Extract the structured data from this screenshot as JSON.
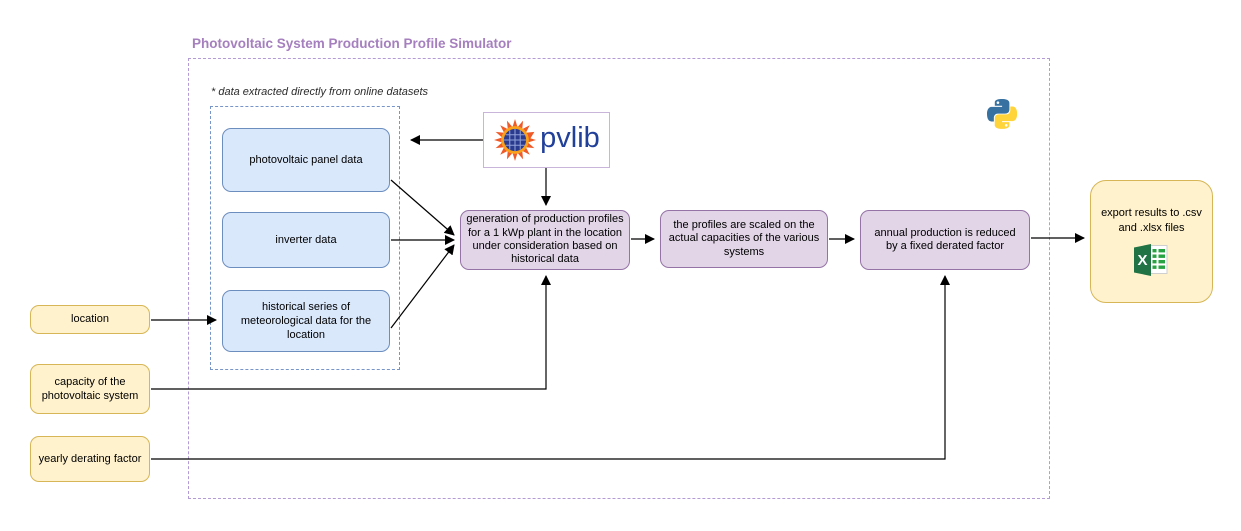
{
  "title": "Photovoltaic System Production Profile Simulator",
  "note": "* data extracted directly from online datasets",
  "datasets": [
    {
      "label": "photovoltaic panel data"
    },
    {
      "label": "inverter data"
    },
    {
      "label": "historical series of meteorological data for the location"
    }
  ],
  "processes": [
    {
      "label": "generation of production profiles for a 1 kWp plant in the location under consideration based on historical data"
    },
    {
      "label": "the profiles are scaled on the actual capacities of the various systems"
    },
    {
      "label": "annual production is reduced by a fixed derated factor"
    }
  ],
  "inputs": [
    {
      "label": "location"
    },
    {
      "label": "capacity of the photovoltaic system"
    },
    {
      "label": "yearly derating factor"
    }
  ],
  "output": {
    "label": "export results to .csv and .xlsx files",
    "icon": "excel-icon"
  },
  "logos": {
    "pvlib": {
      "text": "pvlib",
      "icon": "sun-solar-panel-icon"
    },
    "python": {
      "icon": "python-icon"
    }
  },
  "colors": {
    "title": "#A57FBE",
    "outer_border": "#B49BD6",
    "inner_border": "#7795C9",
    "dataset_fill": "#DAE8FC",
    "dataset_border": "#6C8EBF",
    "process_fill": "#E1D5E7",
    "process_border": "#9673A6",
    "input_fill": "#FFF2CC",
    "input_border": "#D6B656",
    "pvlib_text": "#21409A",
    "excel_green": "#217346"
  }
}
